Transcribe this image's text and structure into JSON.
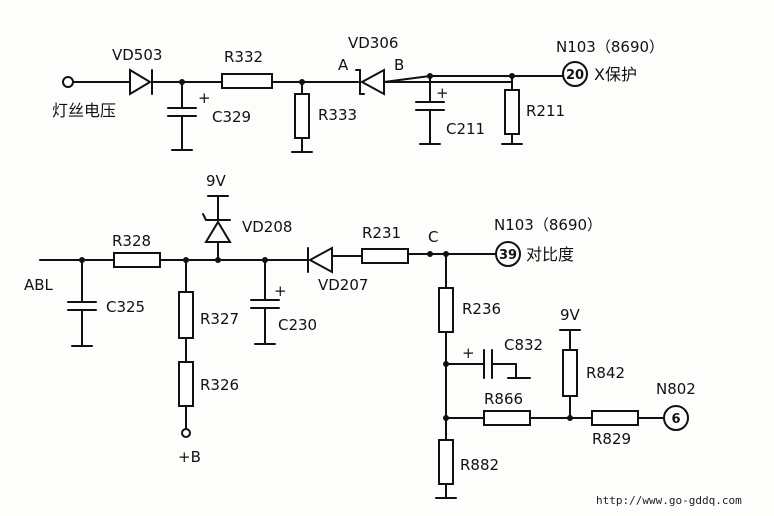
{
  "top_circuit": {
    "input_label": "灯丝电压",
    "vd503": "VD503",
    "r332": "R332",
    "c329": "C329",
    "r333": "R333",
    "vd306": "VD306",
    "node_a": "A",
    "node_b": "B",
    "c211": "C211",
    "r211": "R211",
    "ic_label": "N103（8690）",
    "pin": "20",
    "pin_function": "X保护",
    "plus": "+"
  },
  "bottom_circuit": {
    "abl": "ABL",
    "c325": "C325",
    "r328": "R328",
    "r327": "R327",
    "r326": "R326",
    "plus_b": "+B",
    "supply_9v_a": "9V",
    "vd208": "VD208",
    "vd207": "VD207",
    "c230": "C230",
    "r231": "R231",
    "node_c": "C",
    "ic_label": "N103（8690）",
    "pin": "39",
    "pin_function": "对比度",
    "r236": "R236",
    "c832": "C832",
    "r866": "R866",
    "r882": "R882",
    "supply_9v_b": "9V",
    "r842": "R842",
    "r829": "R829",
    "n802": "N802",
    "n802_pin": "6",
    "plus": "+"
  },
  "watermark": "http://www.go-gddq.com"
}
